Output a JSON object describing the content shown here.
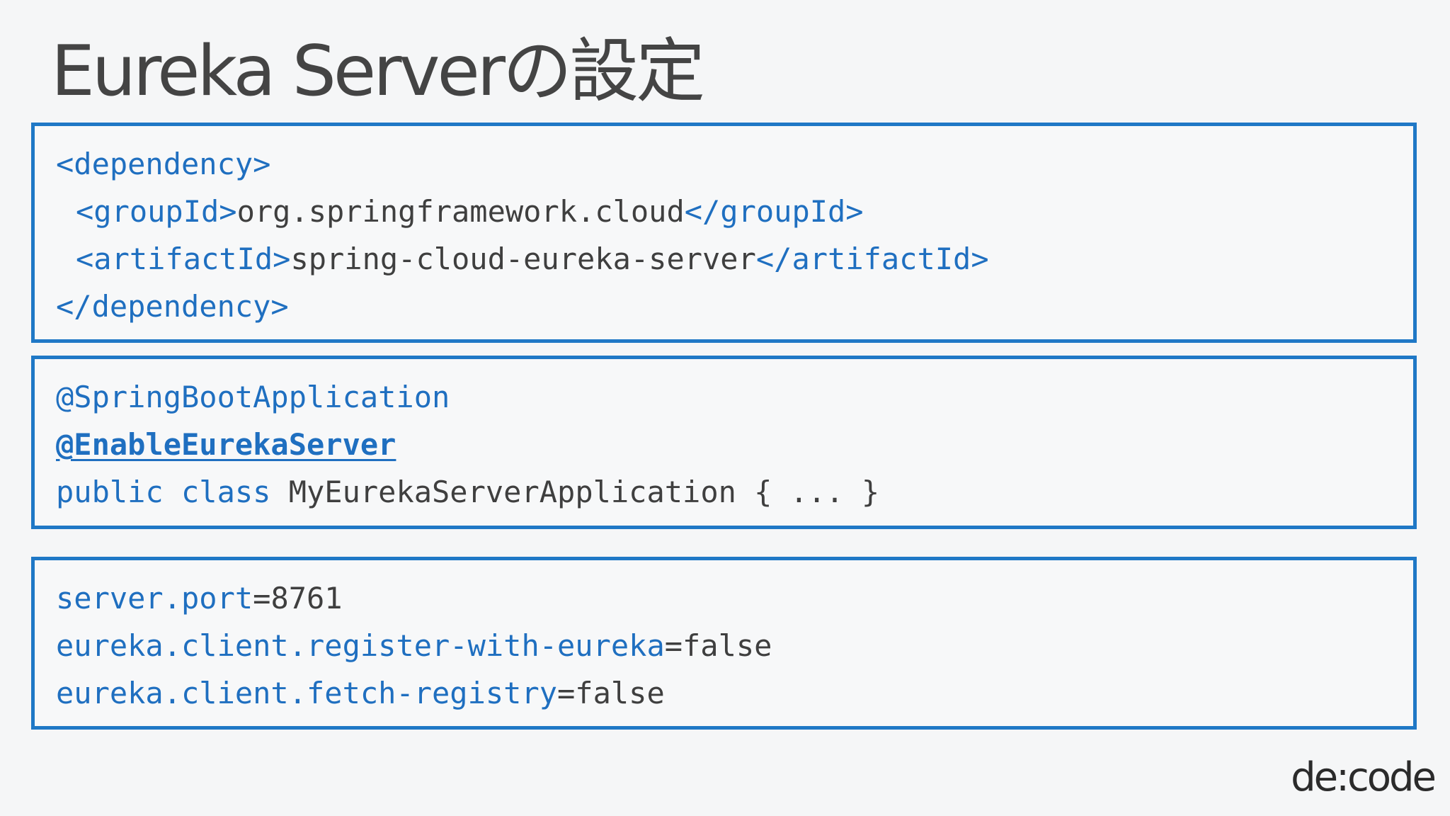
{
  "title": "Eureka Serverの設定",
  "dependency_block": {
    "open_tag": "<dependency>",
    "group_open": "<groupId>",
    "group_value": "org.springframework.cloud",
    "group_close": "</groupId>",
    "artifact_open": "<artifactId>",
    "artifact_value": "spring-cloud-eureka-server",
    "artifact_close": "</artifactId>",
    "close_tag": "</dependency>"
  },
  "application_block": {
    "annotation_boot": "@SpringBootApplication",
    "annotation_eureka": "@EnableEurekaServer",
    "keywords": "public class ",
    "declaration": "MyEurekaServerApplication { ... }"
  },
  "properties_block": {
    "line1_key": "server.port",
    "line1_value": "=8761",
    "line2_key": "eureka.client.register-with-eureka",
    "line2_value": "=false",
    "line3_key": "eureka.client.fetch-registry",
    "line3_value": "=false"
  },
  "brand": "de:code",
  "colors": {
    "accent": "#1f78c6",
    "code_keyword": "#1f6fc0",
    "code_text": "#3f3f3f",
    "background": "#f5f6f7"
  }
}
